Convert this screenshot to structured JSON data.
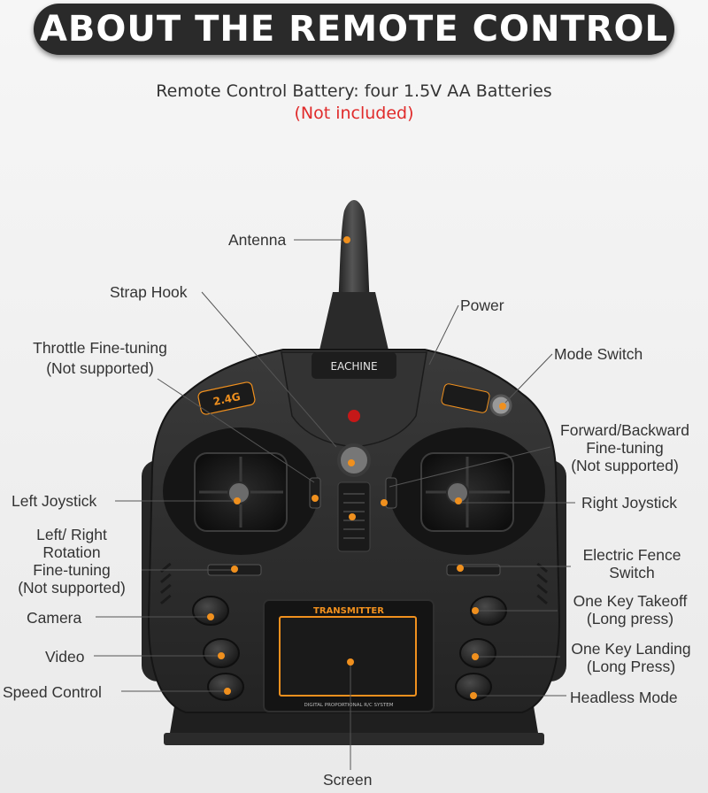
{
  "banner": {
    "title": "ABOUT THE REMOTE CONTROL"
  },
  "battery": {
    "line": "Remote Control Battery: four 1.5V AA Batteries",
    "note": "(Not included)"
  },
  "device": {
    "brand": "EACHINE",
    "badge": "2.4G",
    "screen_header": "TRANSMITTER",
    "screen_footer": "DIGITAL PROPORTIONAL R/C SYSTEM"
  },
  "labels": {
    "antenna": "Antenna",
    "strap_hook": "Strap Hook",
    "power": "Power",
    "throttle_trim": [
      "Throttle Fine-tuning",
      "(Not supported)"
    ],
    "mode_switch": "Mode Switch",
    "fb_trim": [
      "Forward/Backward",
      "Fine-tuning",
      "(Not supported)"
    ],
    "left_joystick": "Left Joystick",
    "right_joystick": "Right Joystick",
    "lr_trim": [
      "Left/ Right",
      "Rotation",
      "Fine-tuning",
      "(Not supported)"
    ],
    "electric_fence": [
      "Electric Fence",
      "Switch"
    ],
    "camera": "Camera",
    "video": "Video",
    "speed_control": "Speed Control",
    "takeoff": [
      "One Key Takeoff",
      "(Long press)"
    ],
    "landing": [
      "One Key Landing",
      "(Long Press)"
    ],
    "headless": "Headless Mode",
    "screen": "Screen"
  },
  "colors": {
    "accent_orange": "#f0901e",
    "battery_note_red": "#e02b2b",
    "banner_bg": "#2a2a2a",
    "device_body": "#2e2e2e"
  }
}
